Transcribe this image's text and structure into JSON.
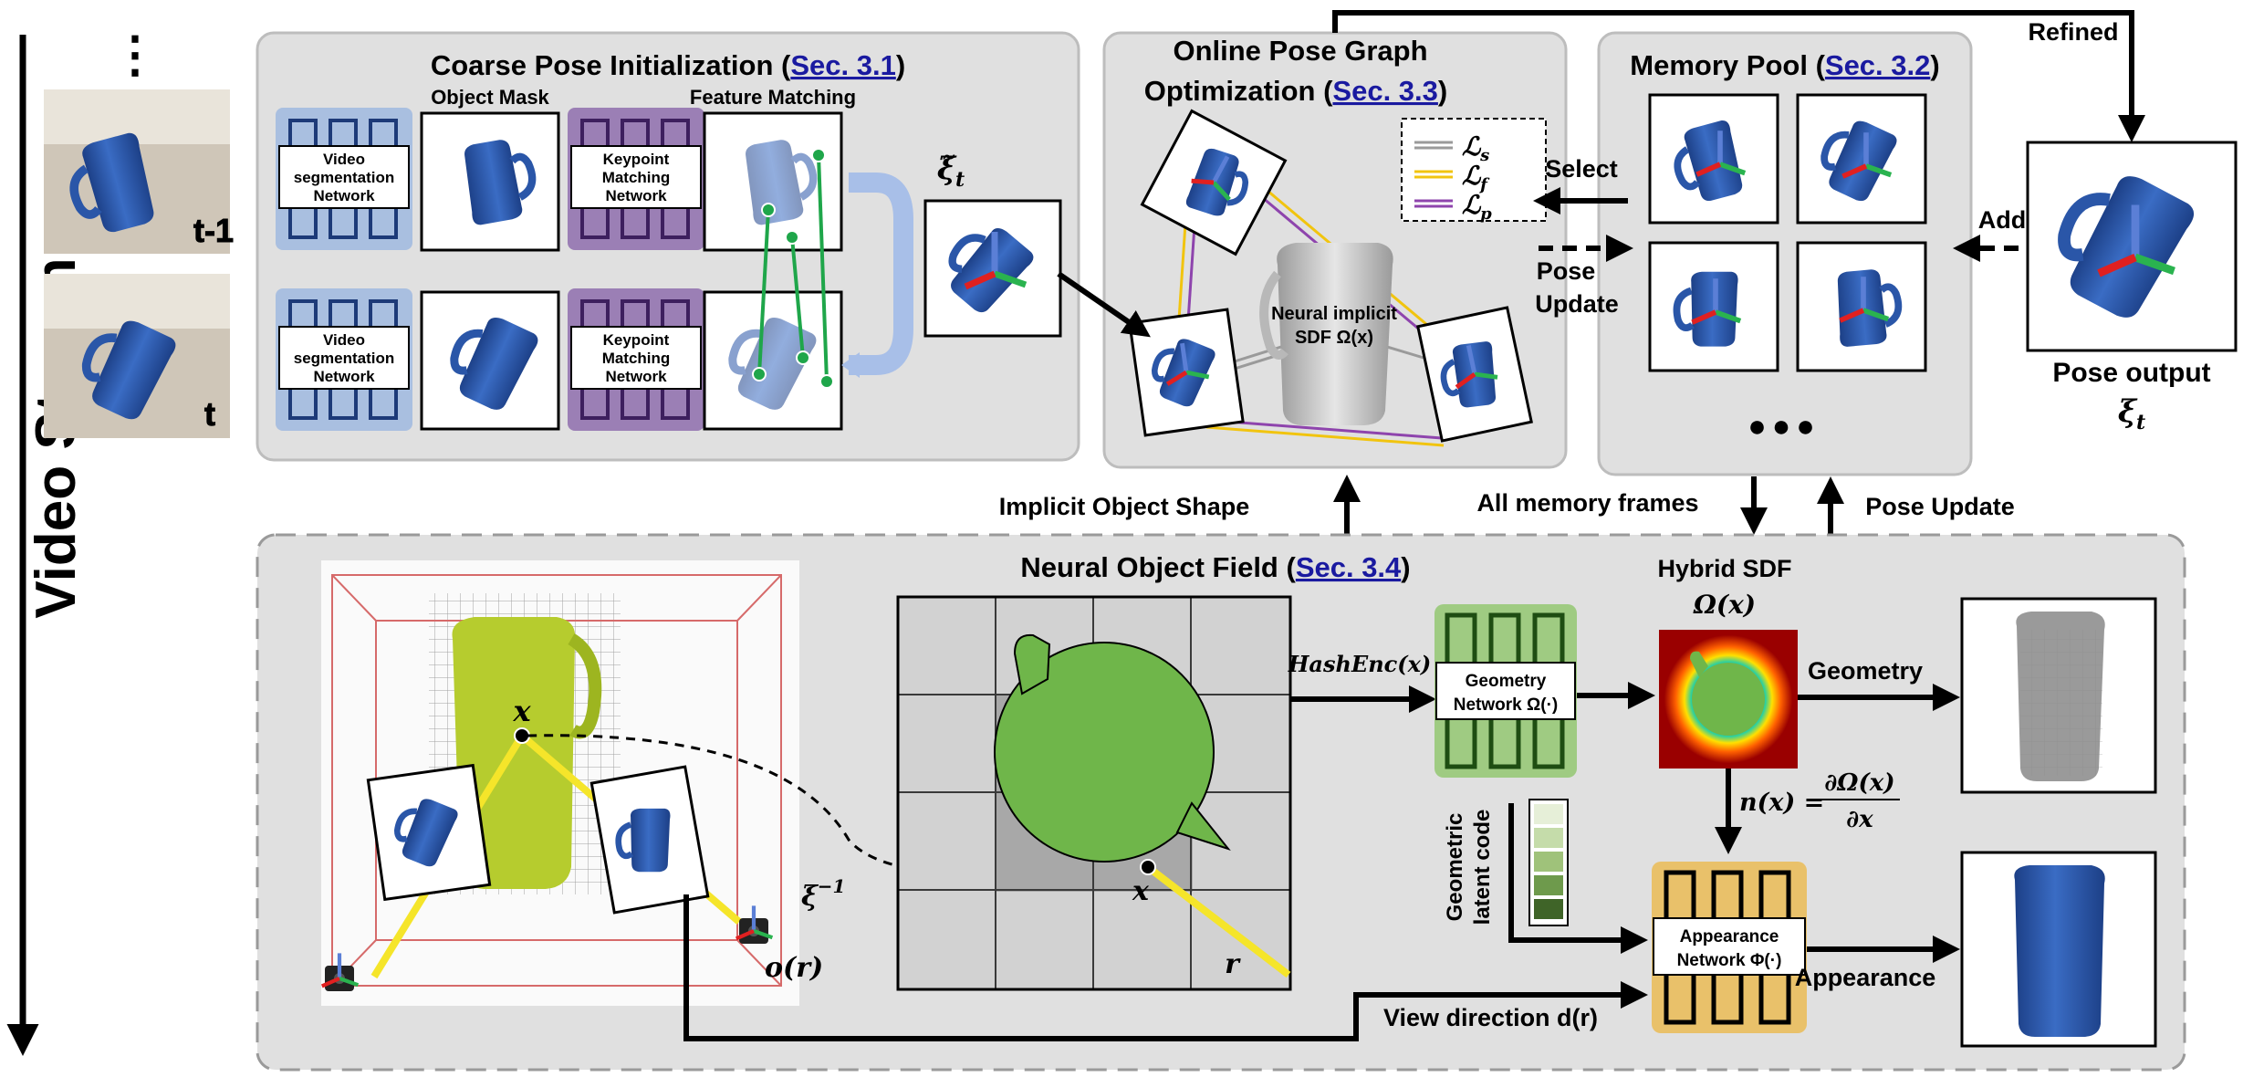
{
  "video_stream": {
    "label": "Video Stream",
    "ellipsis": "⋮",
    "frames": [
      {
        "label": "t-1"
      },
      {
        "label": "t"
      }
    ]
  },
  "coarse": {
    "title": "Coarse Pose Initialization",
    "sec": "Sec. 3.1",
    "object_mask": "Object Mask",
    "feature_matching": "Feature Matching",
    "seg_net": [
      "Video",
      "segmentation",
      "Network"
    ],
    "kp_net": [
      "Keypoint",
      "Matching",
      "Network"
    ],
    "xi_tilde": "ξ̃",
    "xi_sub": "t"
  },
  "pgo": {
    "title_line1": "Online Pose Graph",
    "title_line2": "Optimization",
    "sec": "Sec. 3.3",
    "legend": [
      {
        "sym": "ℒ",
        "sub": "s",
        "color": "#9a9a9a"
      },
      {
        "sym": "ℒ",
        "sub": "f",
        "color": "#f1c40f"
      },
      {
        "sym": "ℒ",
        "sub": "p",
        "color": "#8e44ad"
      }
    ],
    "center_line1": "Neural implicit",
    "center_line2": "SDF Ω(x)"
  },
  "memory": {
    "title": "Memory Pool",
    "sec": "Sec. 3.2",
    "ellipsis": "●●●",
    "select": "Select",
    "pose_update_line1": "Pose",
    "pose_update_line2": "Update",
    "add": "Add",
    "refined": "Refined"
  },
  "pose_output": {
    "line1": "Pose output",
    "xi": "ξ",
    "xi_sub": "t"
  },
  "mid_labels": {
    "implicit_shape": "Implicit Object Shape",
    "all_memory": "All memory frames",
    "pose_update": "Pose Update"
  },
  "nof": {
    "title": "Neural Object Field",
    "sec": "Sec. 3.4",
    "x": "x",
    "r": "r",
    "xi_inv": "ξ",
    "xi_inv_sup": "−1",
    "origin": "o(r)",
    "hashenc": "HashEnc(x)",
    "geo_net_line1": "Geometry",
    "geo_net_line2": "Network Ω(·)",
    "hybrid_line1": "Hybrid SDF",
    "hybrid_line2": "Ω(x)",
    "geometry": "Geometry",
    "normal": "n(x) =",
    "normal_num": "∂Ω(x)",
    "normal_den": "∂x",
    "latent_line1": "Geometric",
    "latent_line2": "latent code",
    "app_net_line1": "Appearance",
    "app_net_line2": "Network Φ(·)",
    "appearance": "Appearance",
    "view_dir": "View direction d(r)"
  },
  "colors": {
    "panel": "#e0e0e0",
    "seg_net": "#a9bfe0",
    "kp_net": "#9b7fb5",
    "geo_net": "#7ab648",
    "app_net": "#f0b400",
    "object_blue": "#2f5fb0",
    "sdf_green": "#6fb64a",
    "ray": "#f5e52a"
  }
}
